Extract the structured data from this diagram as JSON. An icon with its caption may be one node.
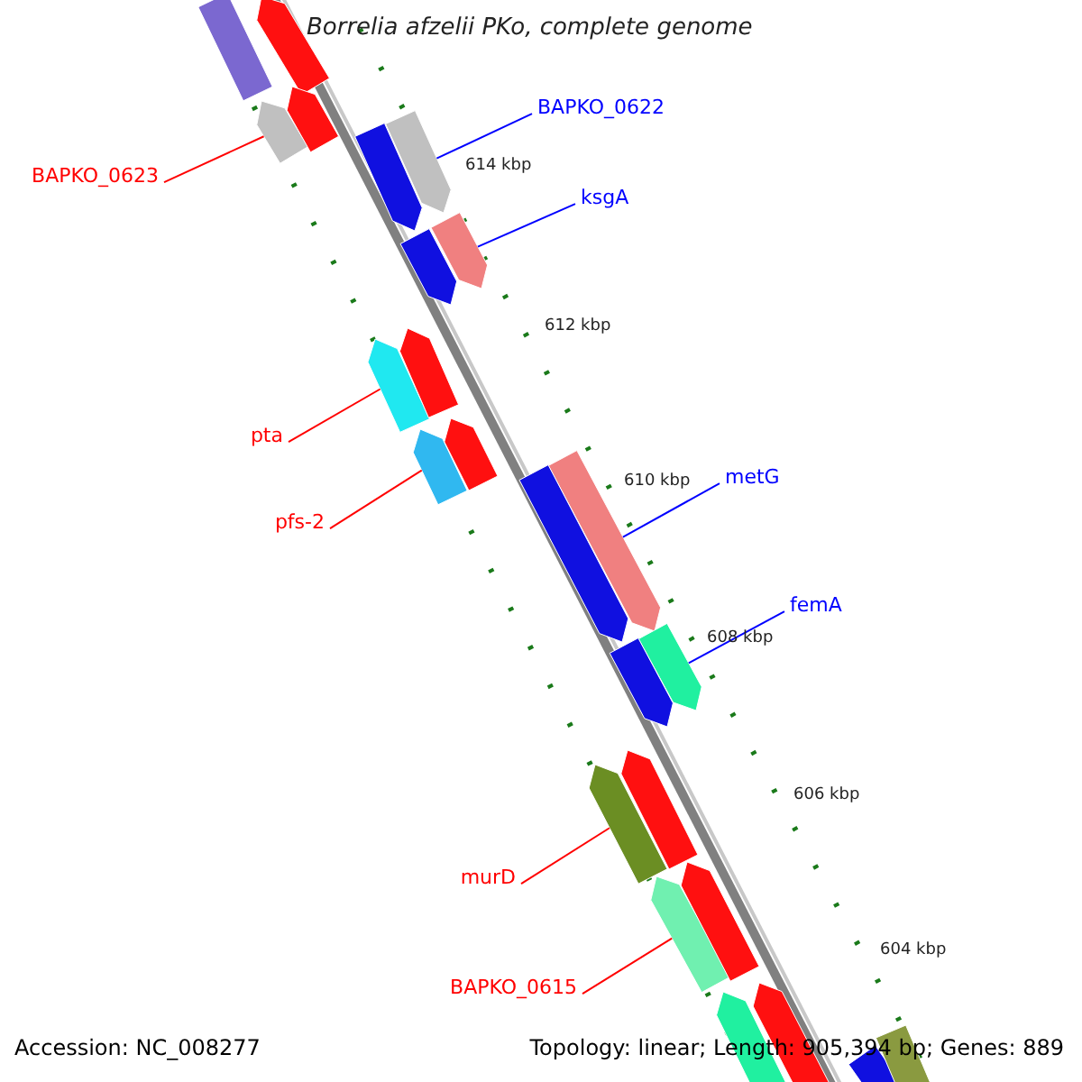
{
  "diagram": {
    "title": "Borrelia afzelii PKo, complete genome",
    "nodes": [
      {
        "text": [
          "BAPKO_0622"
        ]
      },
      {
        "text": [],
        "shape": "arrow"
      },
      {
        "text": [
          "BAPKO_0623"
        ]
      },
      {
        "text": [],
        "shape": "arrow"
      },
      {
        "text": [
          "ksgA"
        ]
      },
      {
        "text": [],
        "shape": "arrow"
      },
      {
        "text": [
          "pta"
        ]
      },
      {
        "text": [],
        "shape": "arrow"
      },
      {
        "text": [
          "pfs-2"
        ]
      },
      {
        "text": [],
        "shape": "arrow"
      },
      {
        "text": [
          "metG"
        ]
      },
      {
        "text": [],
        "shape": "arrow"
      },
      {
        "text": [
          "femA"
        ]
      },
      {
        "text": [],
        "shape": "arrow"
      },
      {
        "text": [
          "murD"
        ]
      },
      {
        "text": [],
        "shape": "arrow"
      },
      {
        "text": [
          "BAPKO_0615"
        ]
      },
      {
        "text": [],
        "shape": "arrow"
      },
      {
        "text": [],
        "shape": "box"
      },
      {
        "text": [],
        "shape": "arrow"
      },
      {
        "text": [],
        "shape": "arrow"
      },
      {
        "text": [],
        "shape": "arrow"
      },
      {
        "text": [],
        "shape": "arrow"
      },
      {
        "text": [],
        "shape": "arrow"
      },
      {
        "text": [],
        "shape": "arrow"
      },
      {
        "text": [],
        "shape": "arrow"
      },
      {
        "text": [],
        "shape": "arrow"
      },
      {
        "text": [],
        "shape": "arrow"
      },
      {
        "text": [],
        "shape": "arrow"
      },
      {
        "text": [],
        "shape": "arrow"
      },
      {
        "text": [],
        "shape": "arrow"
      },
      {
        "text": [],
        "shape": "box"
      },
      {
        "text": [],
        "shape": "box"
      }
    ],
    "edges": [
      {
        "from": 0,
        "to": 1,
        "arrow": "none",
        "color": "#0000ff"
      },
      {
        "from": 2,
        "to": 3,
        "arrow": "none"
      },
      {
        "from": 4,
        "to": 5,
        "arrow": "none",
        "color": "#0000ff"
      },
      {
        "from": 6,
        "to": 7,
        "arrow": "none"
      },
      {
        "from": 8,
        "to": 9,
        "arrow": "none"
      },
      {
        "from": 10,
        "to": 11,
        "arrow": "none",
        "color": "#0000ff"
      },
      {
        "from": 12,
        "to": 13,
        "arrow": "none",
        "color": "#0000ff"
      },
      {
        "from": 14,
        "to": 15,
        "arrow": "none"
      },
      {
        "from": 16,
        "to": 17,
        "arrow": "none"
      }
    ],
    "labels": [
      "614 kbp",
      "612 kbp",
      "610 kbp",
      "608 kbp",
      "606 kbp",
      "604 kbp",
      "Accession: NC_008277",
      "Topology: linear; Length: 905,394 bp; Genes: 889"
    ]
  }
}
